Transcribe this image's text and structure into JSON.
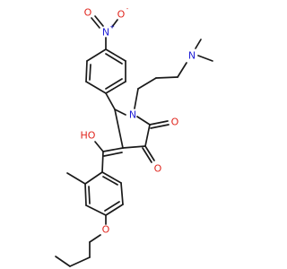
{
  "molecule": {
    "atoms": {
      "nitro_n": "N",
      "nitro_o_double": "O",
      "nitro_o_single": "O",
      "nitro_plus": "+",
      "nitro_minus": "-",
      "ring_n": "N",
      "amine_n": "N",
      "keto_o_2": "O",
      "keto_o_3": "O",
      "hydroxyl": "HO",
      "ether_o": "O"
    },
    "colors": {
      "bond": "#1a1a1a",
      "nitrogen": "#1f1fd6",
      "oxygen": "#e0261e",
      "hydroxyl": "#e0261e"
    }
  }
}
